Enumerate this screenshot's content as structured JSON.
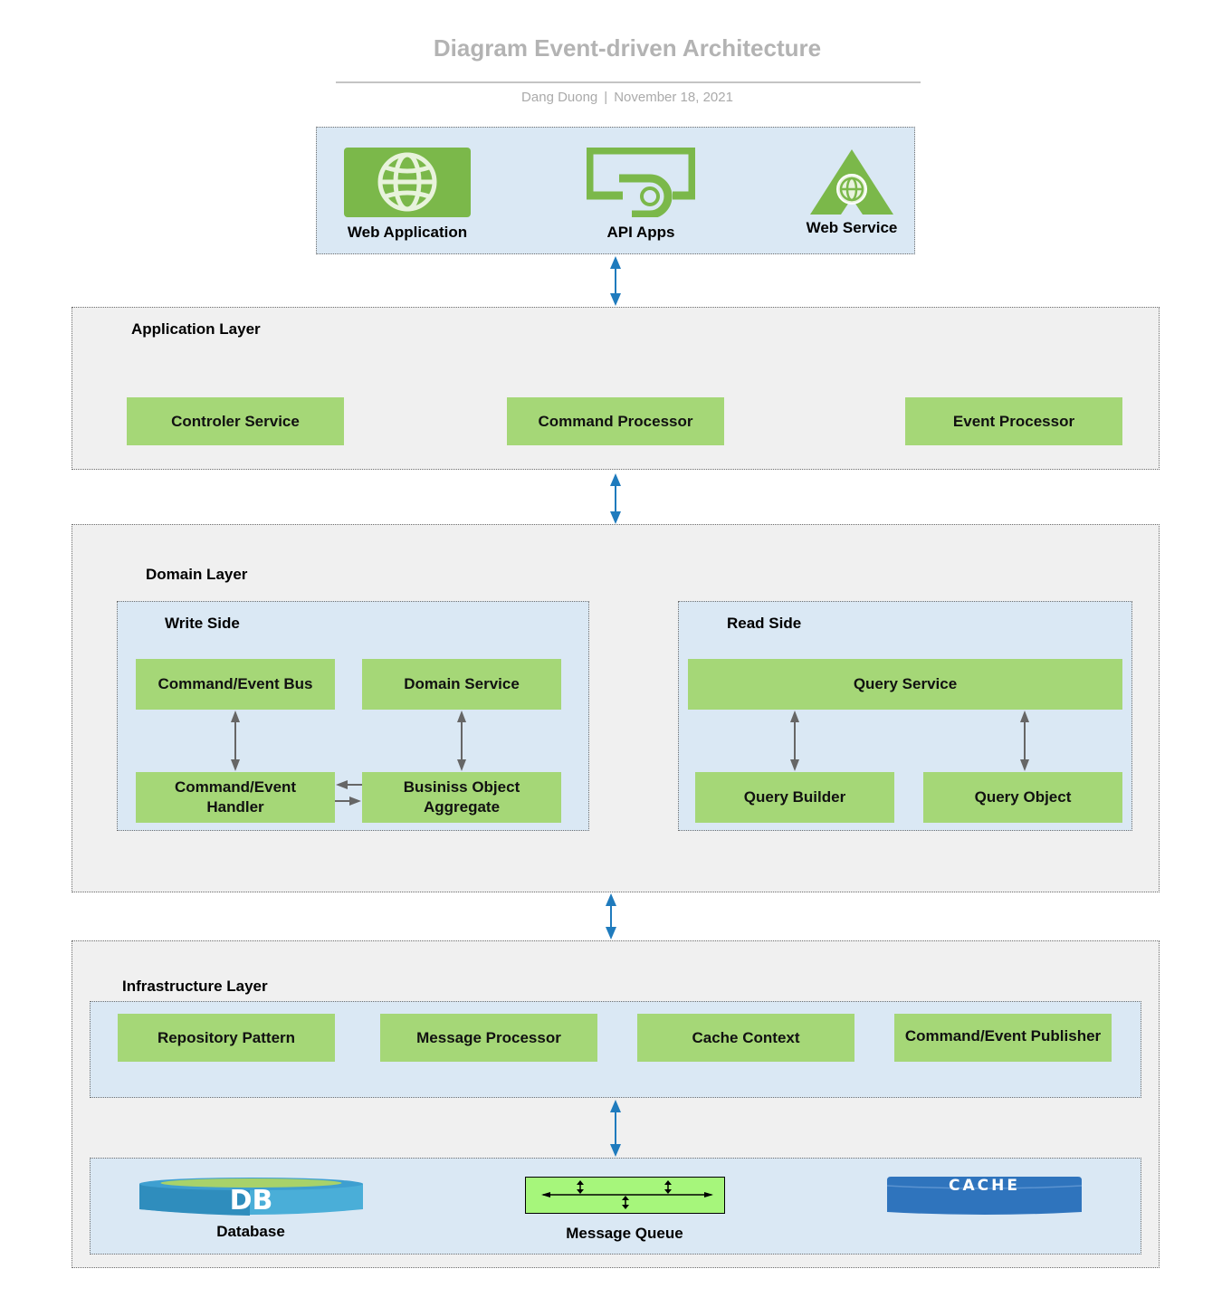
{
  "header": {
    "title": "Diagram Event-driven Architecture",
    "author": "Dang Duong",
    "separator": "|",
    "date": "November 18, 2021"
  },
  "clients": {
    "web_application": "Web Application",
    "api_apps": "API Apps",
    "web_service": "Web Service"
  },
  "application_layer": {
    "label": "Application Layer",
    "components": [
      "Controler Service",
      "Command Processor",
      "Event Processor"
    ]
  },
  "domain_layer": {
    "label": "Domain Layer",
    "write_side": {
      "label": "Write Side",
      "command_event_bus": "Command/Event Bus",
      "domain_service": "Domain Service",
      "command_event_handler": "Command/Event Handler",
      "business_object_aggregate": "Businiss Object Aggregate"
    },
    "read_side": {
      "label": "Read Side",
      "query_service": "Query Service",
      "query_builder": "Query Builder",
      "query_object": "Query Object"
    }
  },
  "infrastructure_layer": {
    "label": "Infrastructure Layer",
    "components": [
      "Repository Pattern",
      "Message Processor",
      "Cache Context",
      "Command/Event Publisher"
    ]
  },
  "storage": {
    "database": "Database",
    "database_icon_text": "DB",
    "message_queue": "Message Queue",
    "cache_icon_text": "CACHE"
  },
  "colors": {
    "component_fill": "#a5d777",
    "client_icon_green": "#7bb84a",
    "blue_panel": "#dae8f4",
    "gray_panel": "#f0f0f0",
    "connector_blue": "#1f7bbd",
    "connector_gray": "#666666",
    "title_gray": "#b3b3b3"
  }
}
